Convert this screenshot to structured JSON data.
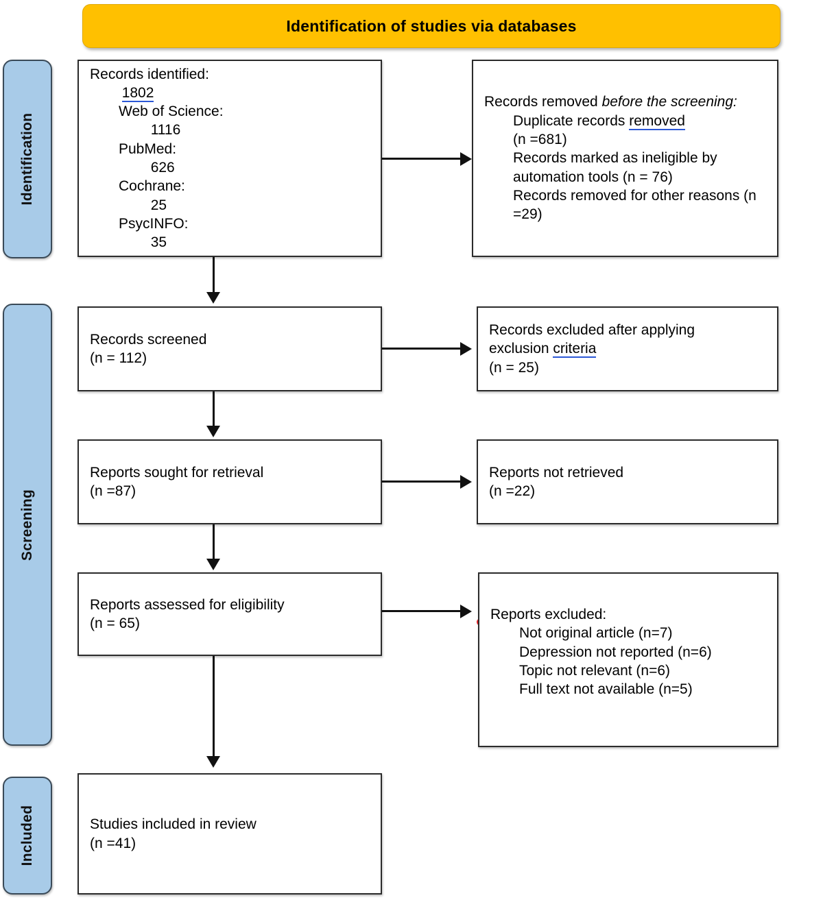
{
  "colors": {
    "banner_bg": "#FFC000",
    "stage_bg": "#A8CBE8",
    "box_border": "#2b2b2b",
    "spellcheck_underline": "#2b57d6",
    "marker_dot": "#E8252A"
  },
  "banner": {
    "title": "Identification of studies via databases"
  },
  "stages": [
    {
      "key": "identification",
      "label": "Identification"
    },
    {
      "key": "screening",
      "label": "Screening"
    },
    {
      "key": "included",
      "label": "Included"
    }
  ],
  "boxes": {
    "records_identified": {
      "title": "Records identified:",
      "total": "1802",
      "sources": [
        {
          "name": "Web of Science:",
          "count": "1116"
        },
        {
          "name": "PubMed:",
          "count": "626"
        },
        {
          "name": "Cochrane:",
          "count": "25"
        },
        {
          "name": "PsycINFO:",
          "count": "35"
        }
      ]
    },
    "records_removed": {
      "lead_plain": "Records removed ",
      "lead_italic": "before the screening",
      "lead_colon": ":",
      "items": [
        {
          "text_before": "Duplicate records ",
          "flagged": "removed",
          "text_after": "",
          "n": "(n =681)"
        },
        {
          "text_before": "Records marked as ineligible by automation tools (n = 76)",
          "flagged": "",
          "text_after": "",
          "n": ""
        },
        {
          "text_before": "Records removed for other reasons (n =29)",
          "flagged": "",
          "text_after": "",
          "n": ""
        }
      ]
    },
    "records_screened": {
      "line1": "Records screened",
      "line2": "(n = 112)"
    },
    "records_excluded": {
      "line1": "Records excluded after applying",
      "line2_before": "exclusion ",
      "line2_flagged": "criteria",
      "line3": "(n = 25)"
    },
    "reports_sought": {
      "line1": "Reports sought for retrieval",
      "line2": "(n =87)"
    },
    "reports_not_retrieved": {
      "line1": "Reports not retrieved",
      "line2": "(n =22)"
    },
    "reports_assessed": {
      "line1": "Reports assessed for eligibility",
      "line2": "(n = 65)"
    },
    "reports_excluded": {
      "title": "Reports excluded:",
      "reasons": [
        "Not original article (n=7)",
        "Depression not reported (n=6)",
        "Topic not relevant (n=6)",
        "Full text not available (n=5)"
      ]
    },
    "studies_included": {
      "line1": "Studies included in review",
      "line2": "(n =41)"
    }
  },
  "chart_data": {
    "type": "diagram",
    "title": "Identification of studies via databases",
    "diagram_kind": "PRISMA 2020 flow diagram",
    "stages": [
      "Identification",
      "Screening",
      "Included"
    ],
    "nodes": [
      {
        "id": "records_identified",
        "stage": "Identification",
        "column": "left",
        "value": 1802,
        "breakdown": {
          "Web of Science": 1116,
          "PubMed": 626,
          "Cochrane": 25,
          "PsycINFO": 35
        }
      },
      {
        "id": "records_removed",
        "stage": "Identification",
        "column": "right",
        "breakdown": {
          "Duplicate records removed": 681,
          "Records marked as ineligible by automation tools": 76,
          "Records removed for other reasons": 29
        }
      },
      {
        "id": "records_screened",
        "stage": "Screening",
        "column": "left",
        "value": 112
      },
      {
        "id": "records_excluded",
        "stage": "Screening",
        "column": "right",
        "value": 25
      },
      {
        "id": "reports_sought",
        "stage": "Screening",
        "column": "left",
        "value": 87
      },
      {
        "id": "reports_not_retrieved",
        "stage": "Screening",
        "column": "right",
        "value": 22
      },
      {
        "id": "reports_assessed",
        "stage": "Screening",
        "column": "left",
        "value": 65
      },
      {
        "id": "reports_excluded",
        "stage": "Screening",
        "column": "right",
        "breakdown": {
          "Not original article": 7,
          "Depression not reported": 6,
          "Topic not relevant": 6,
          "Full text not available": 5
        }
      },
      {
        "id": "studies_included",
        "stage": "Included",
        "column": "left",
        "value": 41
      }
    ],
    "edges": [
      {
        "from": "records_identified",
        "to": "records_removed",
        "direction": "right"
      },
      {
        "from": "records_identified",
        "to": "records_screened",
        "direction": "down"
      },
      {
        "from": "records_screened",
        "to": "records_excluded",
        "direction": "right"
      },
      {
        "from": "records_screened",
        "to": "reports_sought",
        "direction": "down"
      },
      {
        "from": "reports_sought",
        "to": "reports_not_retrieved",
        "direction": "right"
      },
      {
        "from": "reports_sought",
        "to": "reports_assessed",
        "direction": "down"
      },
      {
        "from": "reports_assessed",
        "to": "reports_excluded",
        "direction": "right"
      },
      {
        "from": "reports_assessed",
        "to": "studies_included",
        "direction": "down"
      }
    ]
  }
}
